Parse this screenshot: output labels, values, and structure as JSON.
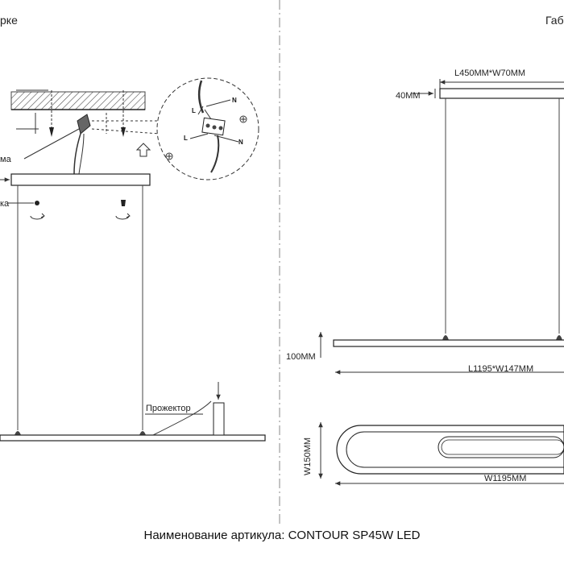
{
  "left_panel": {
    "heading": "рке",
    "label_clamp": "ма",
    "label_hook": "ка",
    "label_projector": "Прожектор",
    "wire_labels": {
      "l_top": "L",
      "n_top": "N",
      "l_bottom": "L",
      "n_bottom": "N"
    }
  },
  "right_panel": {
    "heading": "Габ",
    "dim_canopy": "L450MM*W70MM",
    "dim_canopy_height": "40MM",
    "dim_lamp_height": "100MM",
    "dim_lamp": "L1195*W147MM",
    "dim_top_width": "W150MM",
    "dim_top_length": "W1195MM"
  },
  "footer": "Наименование артикула: CONTOUR SP45W LED"
}
